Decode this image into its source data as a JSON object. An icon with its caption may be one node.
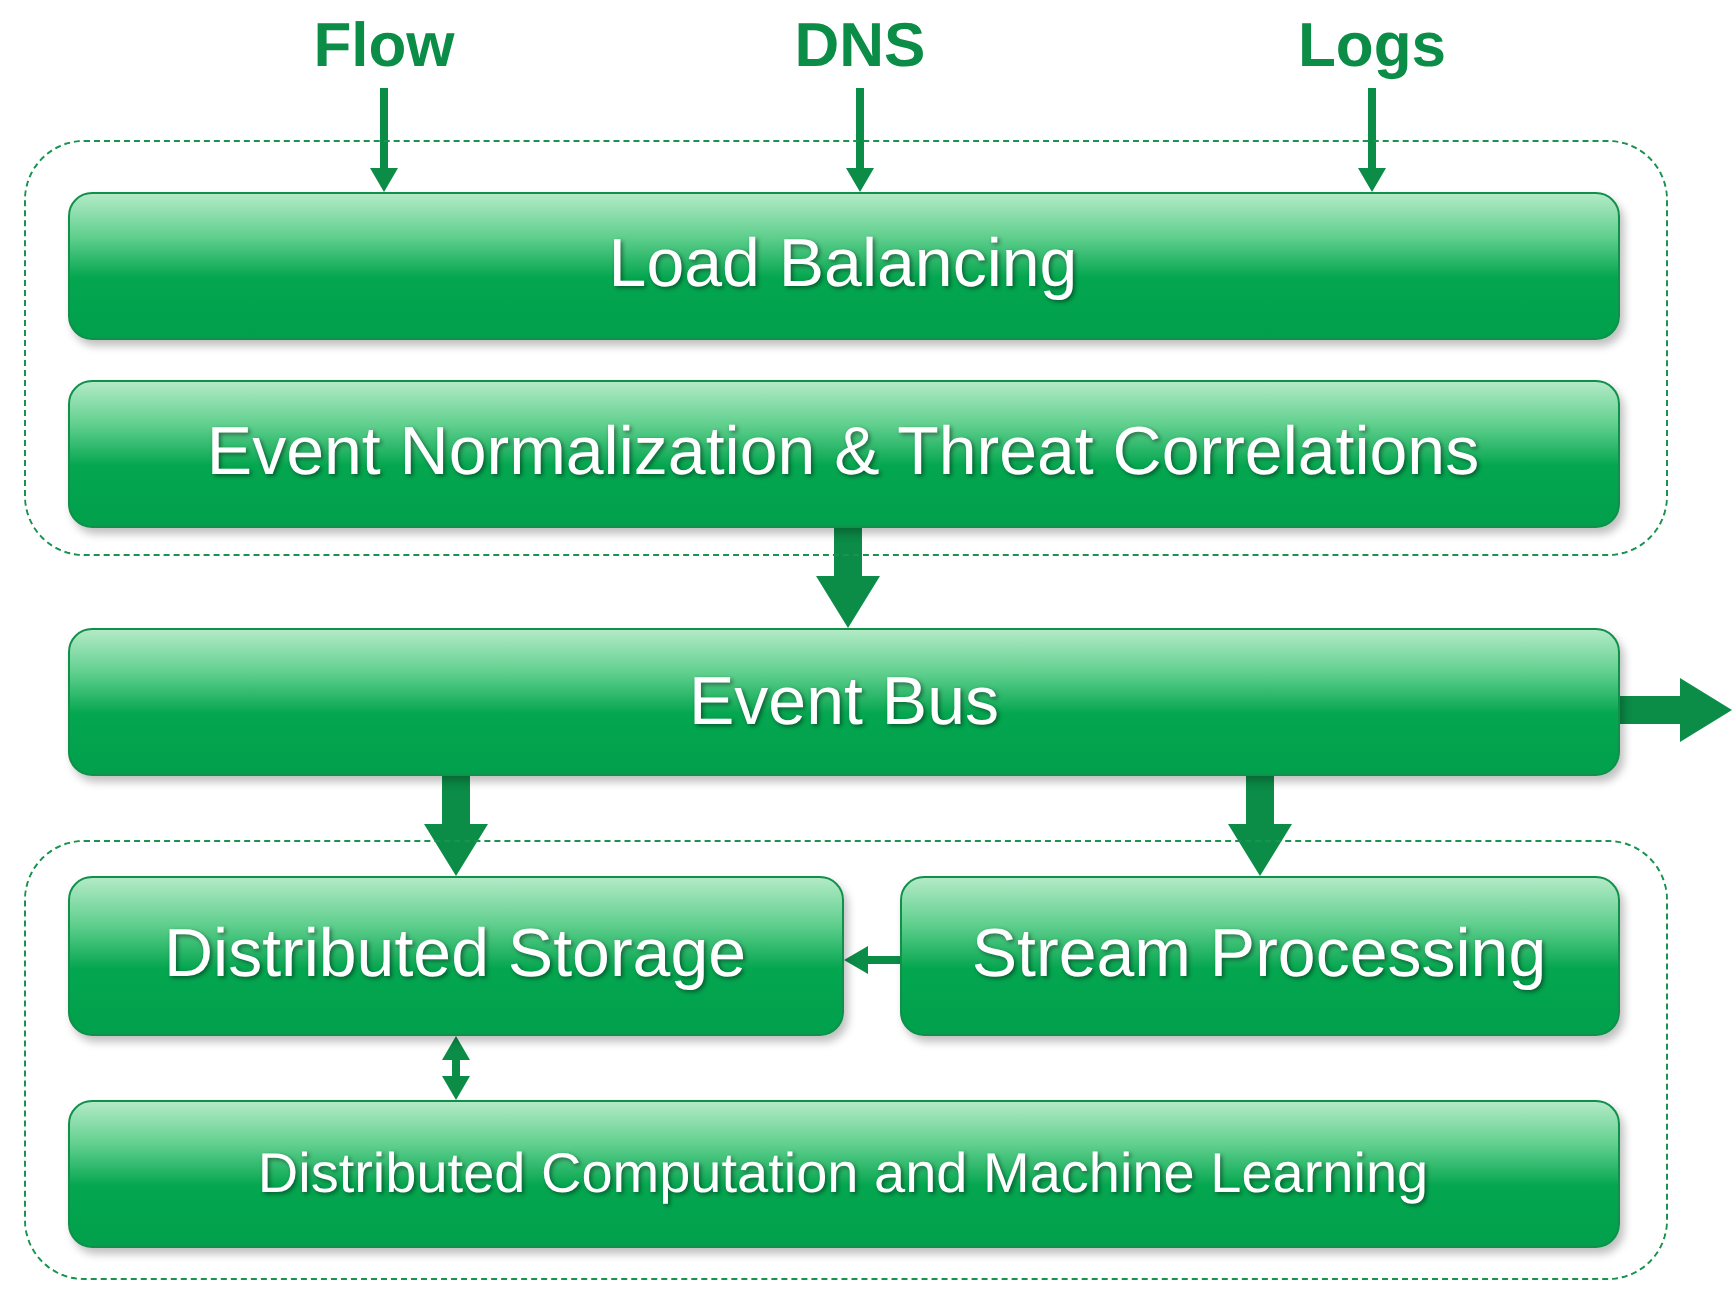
{
  "diagram": {
    "nodes": [
      {
        "text": [
          "Flow"
        ]
      },
      {
        "text": [
          "DNS"
        ]
      },
      {
        "text": [
          "Logs"
        ]
      },
      {
        "text": [],
        "shape": "box"
      },
      {
        "text": [
          "Load Balancing"
        ],
        "in": 3
      },
      {
        "text": [
          "Event Normalization & Threat Correlations"
        ],
        "in": 3
      },
      {
        "text": [
          "Event Bus"
        ]
      },
      {
        "text": [],
        "shape": "box"
      },
      {
        "text": [
          "Distributed Storage"
        ],
        "in": 7
      },
      {
        "text": [
          "Stream Processing"
        ],
        "in": 7
      },
      {
        "text": [
          "Distributed Computation and Machine Learning"
        ],
        "in": 7
      }
    ],
    "edges": [
      {
        "from": 0,
        "to": 4,
        "arrow": "to"
      },
      {
        "from": 1,
        "to": 4,
        "arrow": "to"
      },
      {
        "from": 2,
        "to": 4,
        "arrow": "to"
      },
      {
        "from": 5,
        "to": 6,
        "arrow": "to",
        "style": "thick"
      },
      {
        "from": 6,
        "to": null,
        "arrow": "to",
        "style": "thick"
      },
      {
        "from": 6,
        "to": 8,
        "arrow": "to",
        "style": "thick"
      },
      {
        "from": 6,
        "to": 9,
        "arrow": "to",
        "style": "thick"
      },
      {
        "from": 9,
        "to": 8,
        "arrow": "to"
      },
      {
        "from": 8,
        "to": 10,
        "arrow": "both"
      }
    ]
  }
}
